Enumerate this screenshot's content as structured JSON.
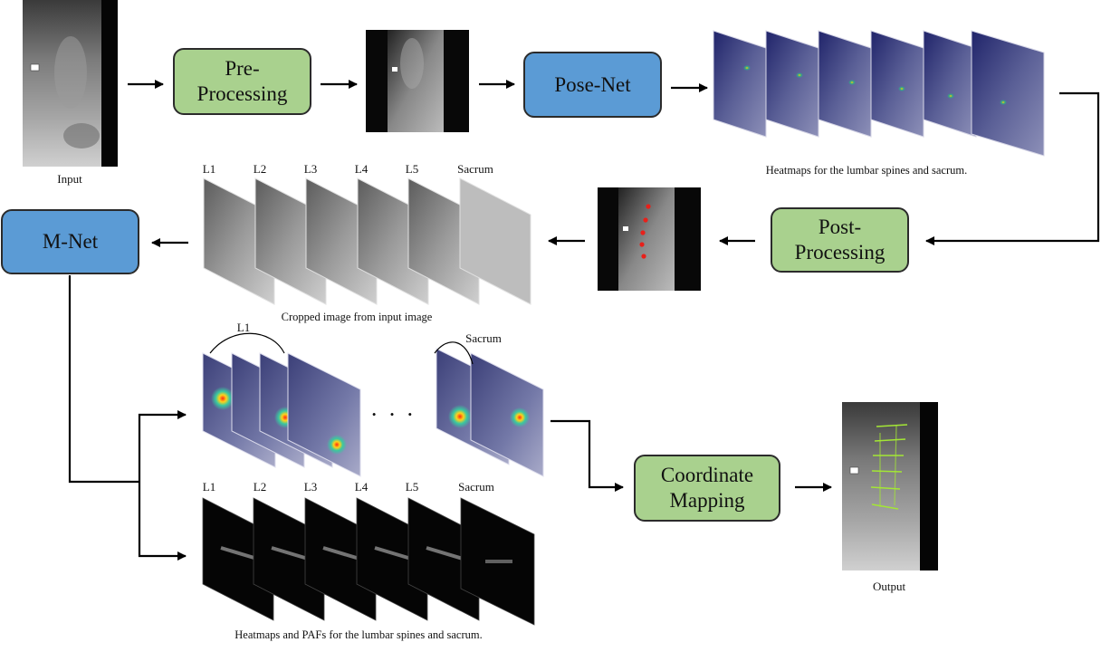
{
  "stages": {
    "preprocessing": "Pre-\nProcessing",
    "posenet": "Pose-Net",
    "postprocessing": "Post-\nProcessing",
    "mnet": "M-Net",
    "coordinate_mapping": "Coordinate\nMapping"
  },
  "captions": {
    "input": "Input",
    "output": "Output",
    "heatmaps_top": "Heatmaps for the lumbar spines and sacrum.",
    "cropped": "Cropped image from input image",
    "heatmaps_pafs": "Heatmaps and PAFs for the lumbar spines and sacrum.",
    "ellipsis": "• • •"
  },
  "crop_labels": [
    "L1",
    "L2",
    "L3",
    "L4",
    "L5",
    "Sacrum"
  ],
  "paf_labels": [
    "L1",
    "L2",
    "L3",
    "L4",
    "L5",
    "Sacrum"
  ],
  "group_labels": {
    "left": "L1",
    "right": "Sacrum"
  },
  "colors": {
    "green_box": "#a9d18e",
    "blue_box": "#5b9bd5",
    "heatmap_bg": "#1c1f5a",
    "hot": "#ff3b1f"
  }
}
